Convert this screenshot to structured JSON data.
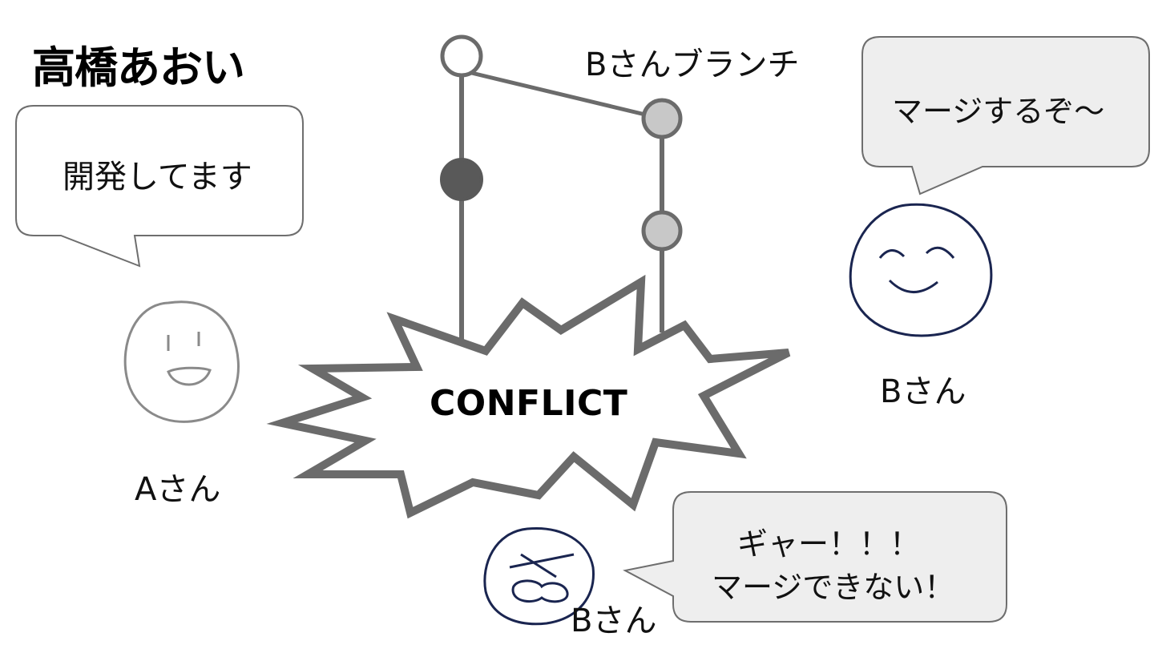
{
  "title": "高橋あおい",
  "branch_label": "Bさんブランチ",
  "bubbles": {
    "a": "開発してます",
    "b_merge": "マージするぞ～",
    "b_fail_line1": "ギャー！！！",
    "b_fail_line2": "マージできない！"
  },
  "conflict_label": "CONFLICT",
  "names": {
    "a": "Aさん",
    "b_happy": "Bさん",
    "b_sad": "Bさん"
  },
  "colors": {
    "line": "#6b6b6b",
    "commit_dark": "#595959",
    "commit_light": "#c8c8c8",
    "bubble_fill": "#eeeeee",
    "face_b": "#1a2550",
    "face_a": "#8a8a8a"
  }
}
